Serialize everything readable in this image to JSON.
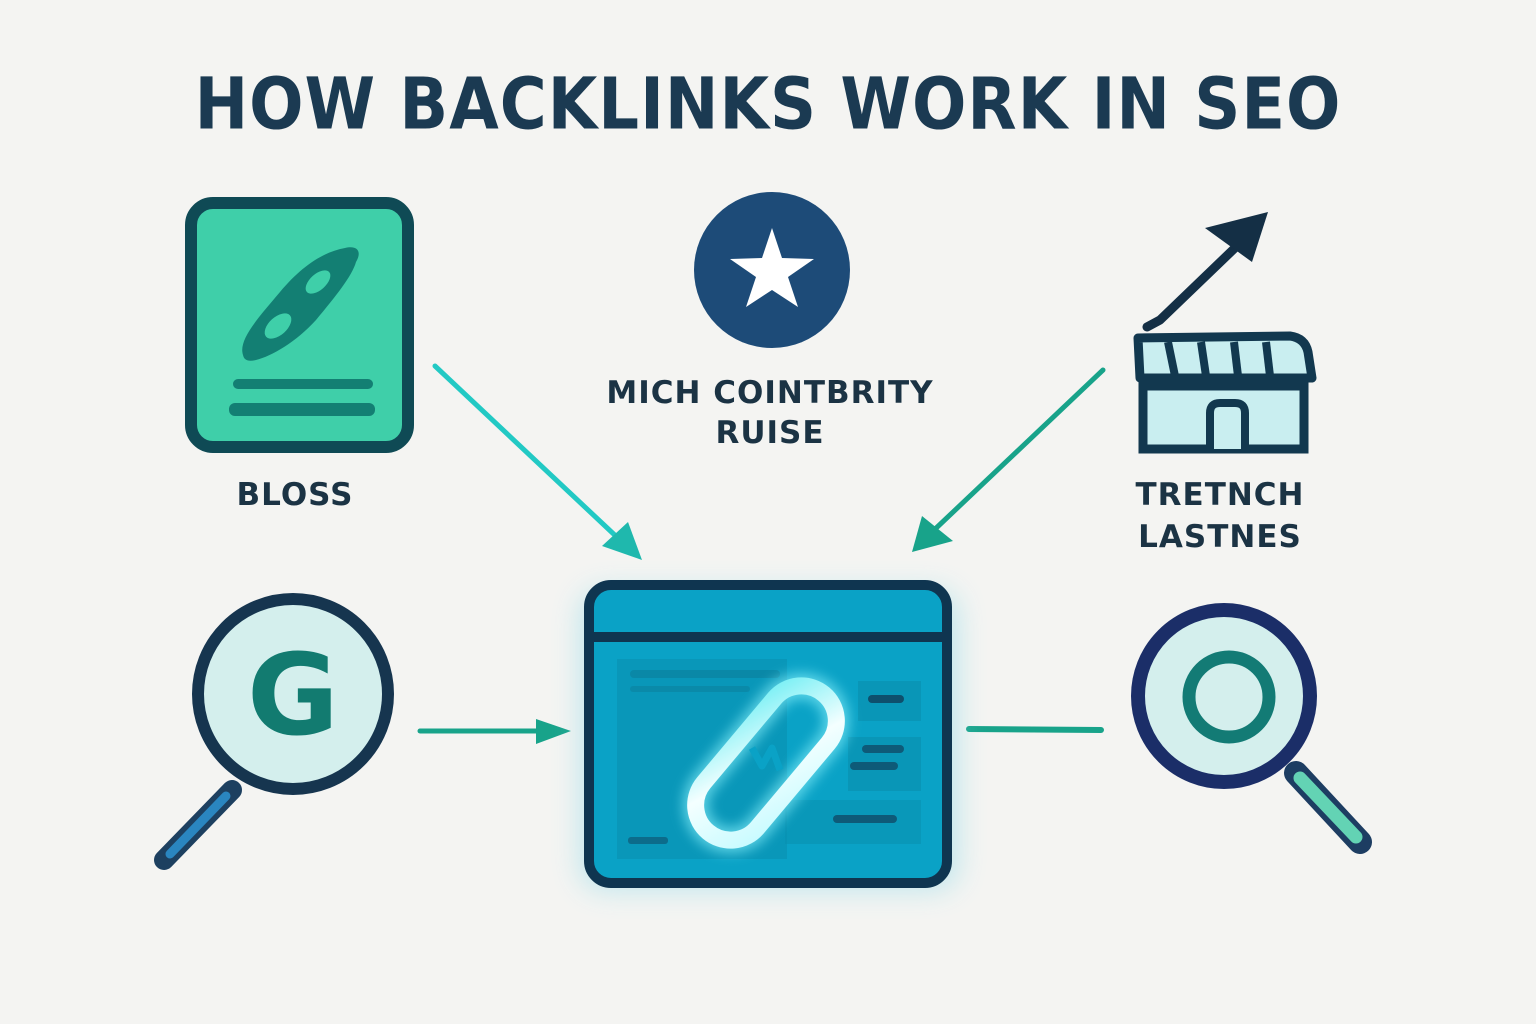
{
  "title": "HOW BACKLINKS WORK IN SEO",
  "nodes": {
    "blogs": {
      "label": "BLOSS",
      "icon": "blog-pen-icon"
    },
    "authority": {
      "label_line1": "MICH COINTBRITY",
      "label_line2": "RUISE",
      "icon": "star-badge-icon"
    },
    "trends": {
      "label_line1": "TRETNCH",
      "label_line2": "LASTNES",
      "icon": "storefront-growth-icon"
    },
    "google_search": {
      "icon": "google-search-icon",
      "glyph": "G"
    },
    "website": {
      "icon": "webpage-link-icon"
    },
    "search": {
      "icon": "magnifier-icon"
    }
  },
  "colors": {
    "title": "#1b3a52",
    "dark_outline": "#0f3b4c",
    "navy": "#1d4870",
    "teal": "#18a38a",
    "cyan": "#22c9c4",
    "mint": "#3fcfa9",
    "web_fill": "#0aa2c6",
    "light_fill": "#cfeeed"
  }
}
